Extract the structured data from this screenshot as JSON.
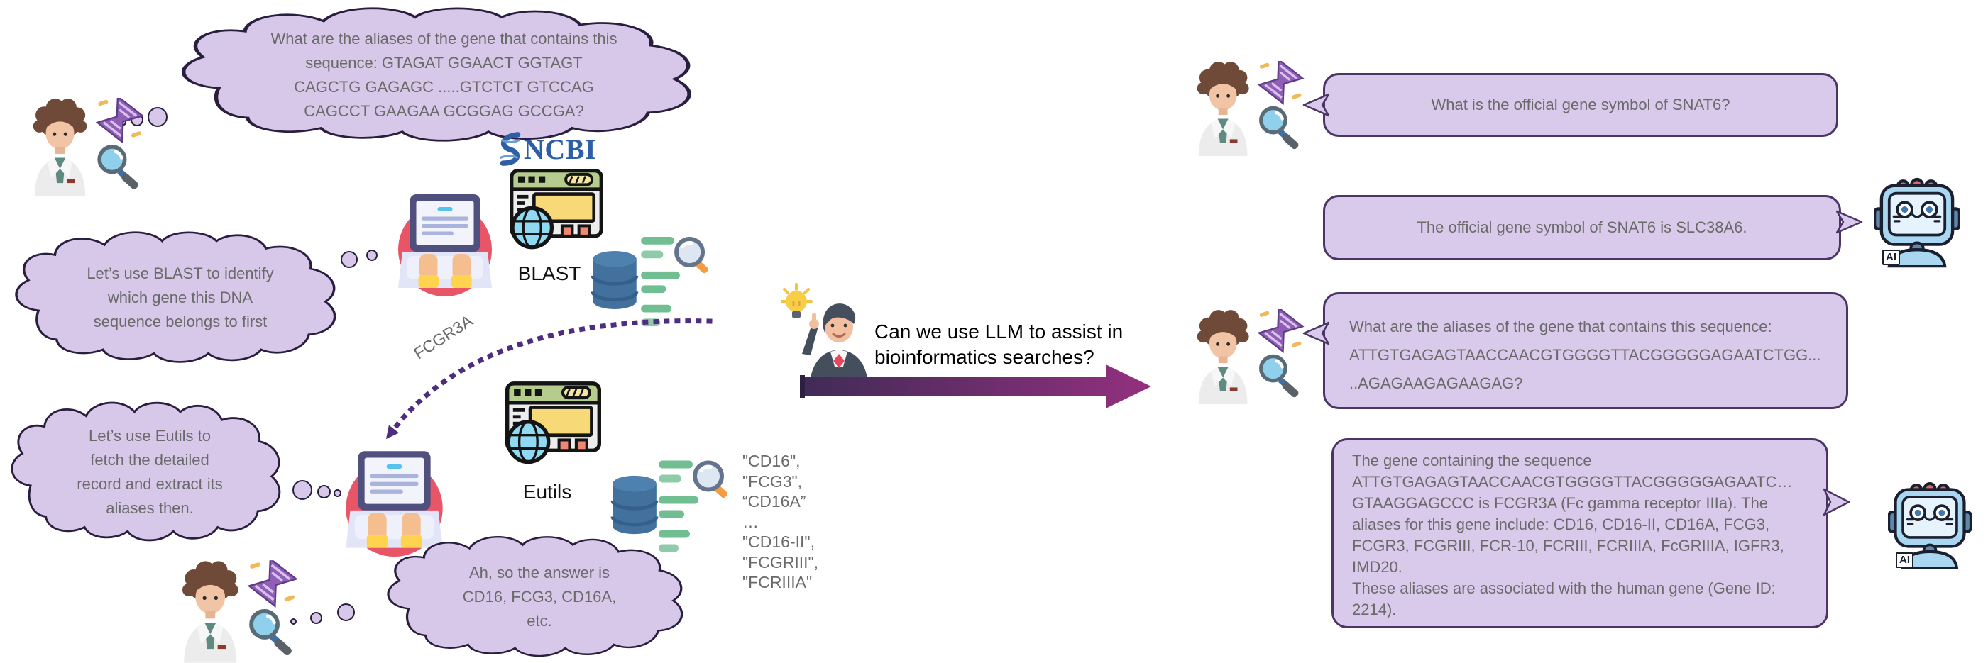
{
  "figure": {
    "left": {
      "cloud_question": "What are the aliases of the gene that contains this\nsequence: GTAGAT GGAACT GGTAGT\nCAGCTG GAGAGC .....GTCTCT GTCCAG\nCAGCCT GAAGAA GCGGAG GCCGA?",
      "cloud_blast": "Let’s use BLAST to identify\nwhich gene this DNA\nsequence belongs to first",
      "cloud_eutils": "Let’s use Eutils to\nfetch the detailed\nrecord and extract its\naliases then.",
      "cloud_answer": "Ah, so the answer is\nCD16, FCG3, CD16A,\netc.",
      "ncbi_logo_text": "NCBI",
      "blast_label": "BLAST",
      "eutils_label": "Eutils",
      "gene_arrow_label": "FCGR3A",
      "db_aliases": "\"CD16\",\n\"FCG3\",\n“CD16A”\n…\n\"CD16-II\",\n\"FCGRIII\",\n\"FCRIIIA\""
    },
    "center": {
      "question": "Can we use LLM to assist in\nbioinformatics searches?"
    },
    "chat": {
      "ai_badge": "AI",
      "messages": [
        {
          "role": "user",
          "text": "What is the official gene symbol of SNAT6?"
        },
        {
          "role": "ai",
          "text": "The official gene symbol of SNAT6 is SLC38A6."
        },
        {
          "role": "user",
          "text": "What are the aliases of the gene that contains this sequence:\nATTGTGAGAGTAACCAACGTGGGGTTACGGGGGAGAATCTGG.....AGAGAAGAGAAGAG?"
        },
        {
          "role": "ai",
          "text": "The gene containing the sequence\nATTGTGAGAGTAACCAACGTGGGGTTACGGGGGAGAATC…GTAAGGAGCCC is FCGR3A (Fc gamma receptor IIIa). The aliases for this gene include: CD16, CD16-II, CD16A, FCG3, FCGR3, FCGRIII, FCR-10, FCRIII, FCRIIIA, FcGRIIIA, IGFR3, IMD20.\nThese aliases are associated with the human gene (Gene ID: 2214)."
        }
      ]
    },
    "colors": {
      "cloud_fill": "#D7C8EA",
      "cloud_stroke": "#2A1E3F",
      "bubble_fill": "#D9C9EB",
      "bubble_stroke": "#4B3566",
      "body_text": "#6A6A6A",
      "ncbi_blue": "#2C5FA8",
      "flow_arrow_start": "#3F2B56",
      "flow_arrow_end": "#95307F",
      "dotted_arrow": "#4E2D7E"
    }
  }
}
